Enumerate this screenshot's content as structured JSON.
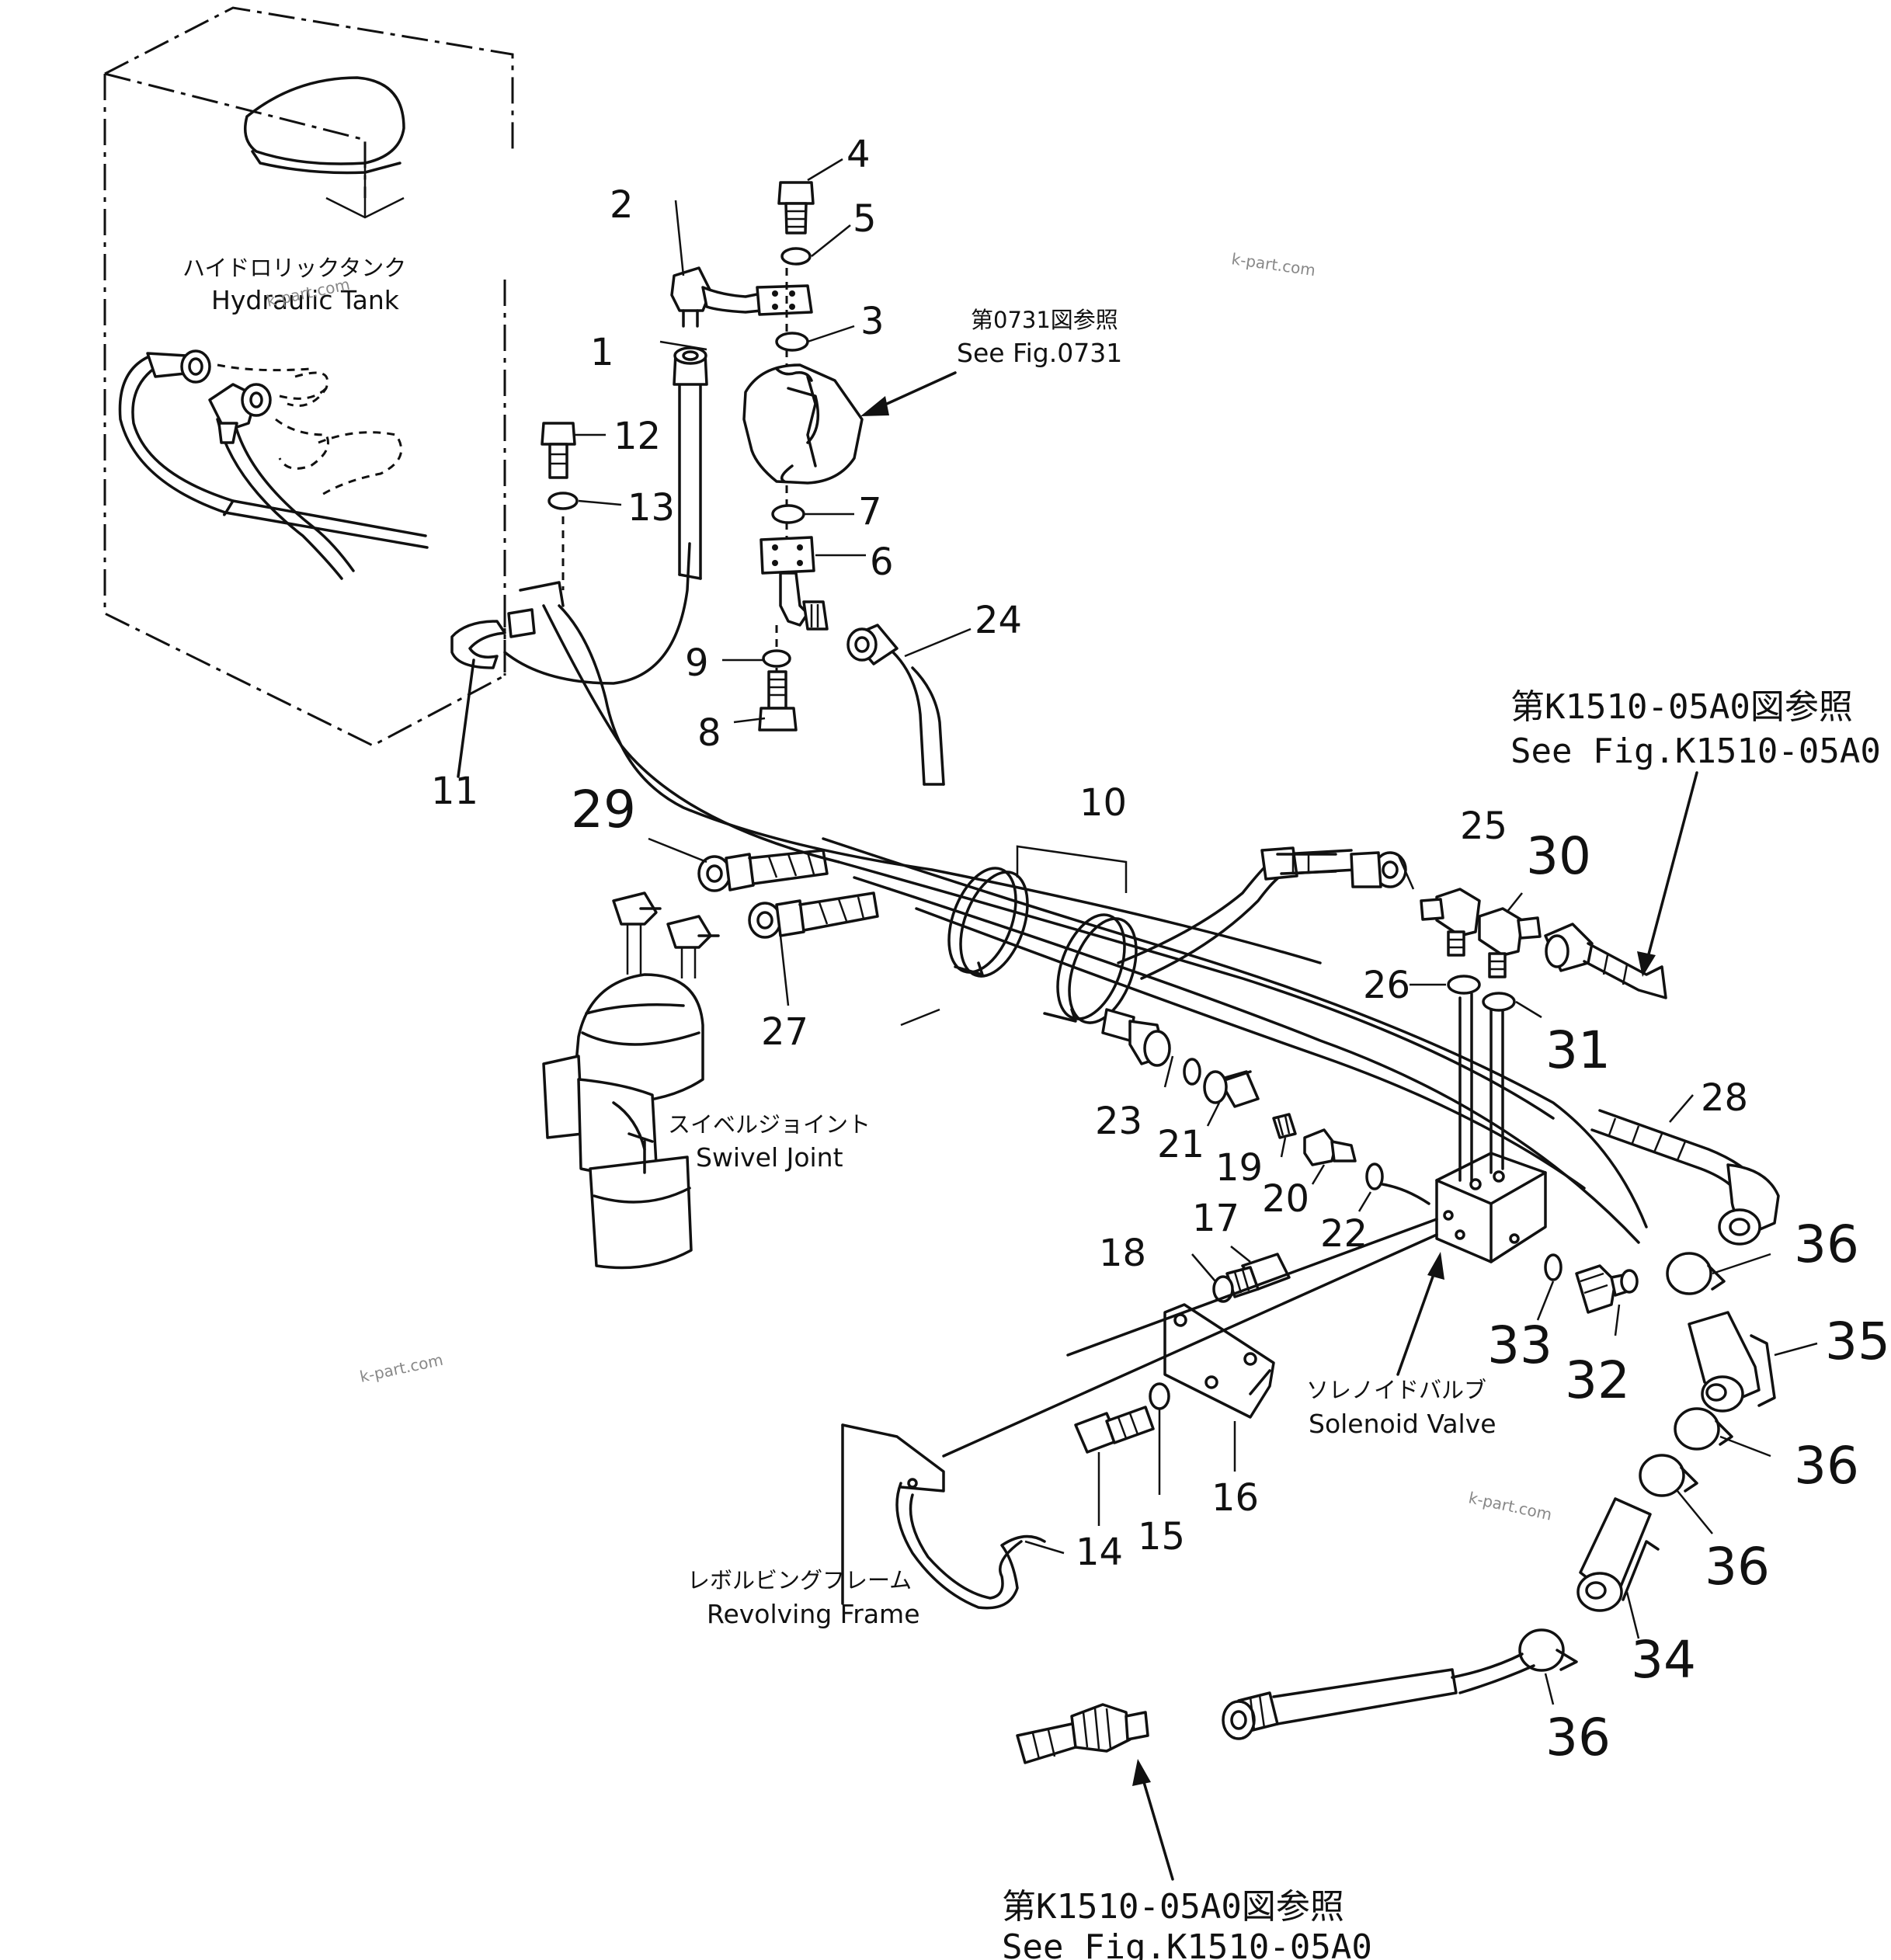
{
  "labels": {
    "hydraulic_tank_jp": "ハイドロリックタンク",
    "hydraulic_tank": "Hydraulic Tank",
    "fig0731_jp": "第0731図参照",
    "fig0731": "See Fig.0731",
    "ref_top_jp": "第K1510-05A0図参照",
    "ref_top": "See Fig.K1510-05A0",
    "swivel_jp": "スイベルジョイント",
    "swivel": "Swivel Joint",
    "solenoid_jp": "ソレノイドバルブ",
    "solenoid": "Solenoid Valve",
    "frame_jp": "レボルビングフレーム",
    "frame": "Revolving Frame",
    "ref_bottom_jp": "第K1510-05A0図参照",
    "ref_bottom": "See Fig.K1510-05A0"
  },
  "watermarks": [
    "k-part.com",
    "k-part.com",
    "k-part.com",
    "k-part.com"
  ],
  "parts": {
    "p1": "1",
    "p2": "2",
    "p3": "3",
    "p4": "4",
    "p5": "5",
    "p6": "6",
    "p7": "7",
    "p8": "8",
    "p9": "9",
    "p10": "10",
    "p11": "11",
    "p12": "12",
    "p13": "13",
    "p14": "14",
    "p15": "15",
    "p16": "16",
    "p17": "17",
    "p18": "18",
    "p19": "19",
    "p20": "20",
    "p21": "21",
    "p22": "22",
    "p23": "23",
    "p24": "24",
    "p25": "25",
    "p26": "26",
    "p27": "27",
    "p28": "28",
    "p29": "29",
    "p30": "30",
    "p31": "31",
    "p32": "32",
    "p33": "33",
    "p34": "34",
    "p35": "35",
    "p36a": "36",
    "p36b": "36",
    "p36c": "36",
    "p36d": "36"
  }
}
